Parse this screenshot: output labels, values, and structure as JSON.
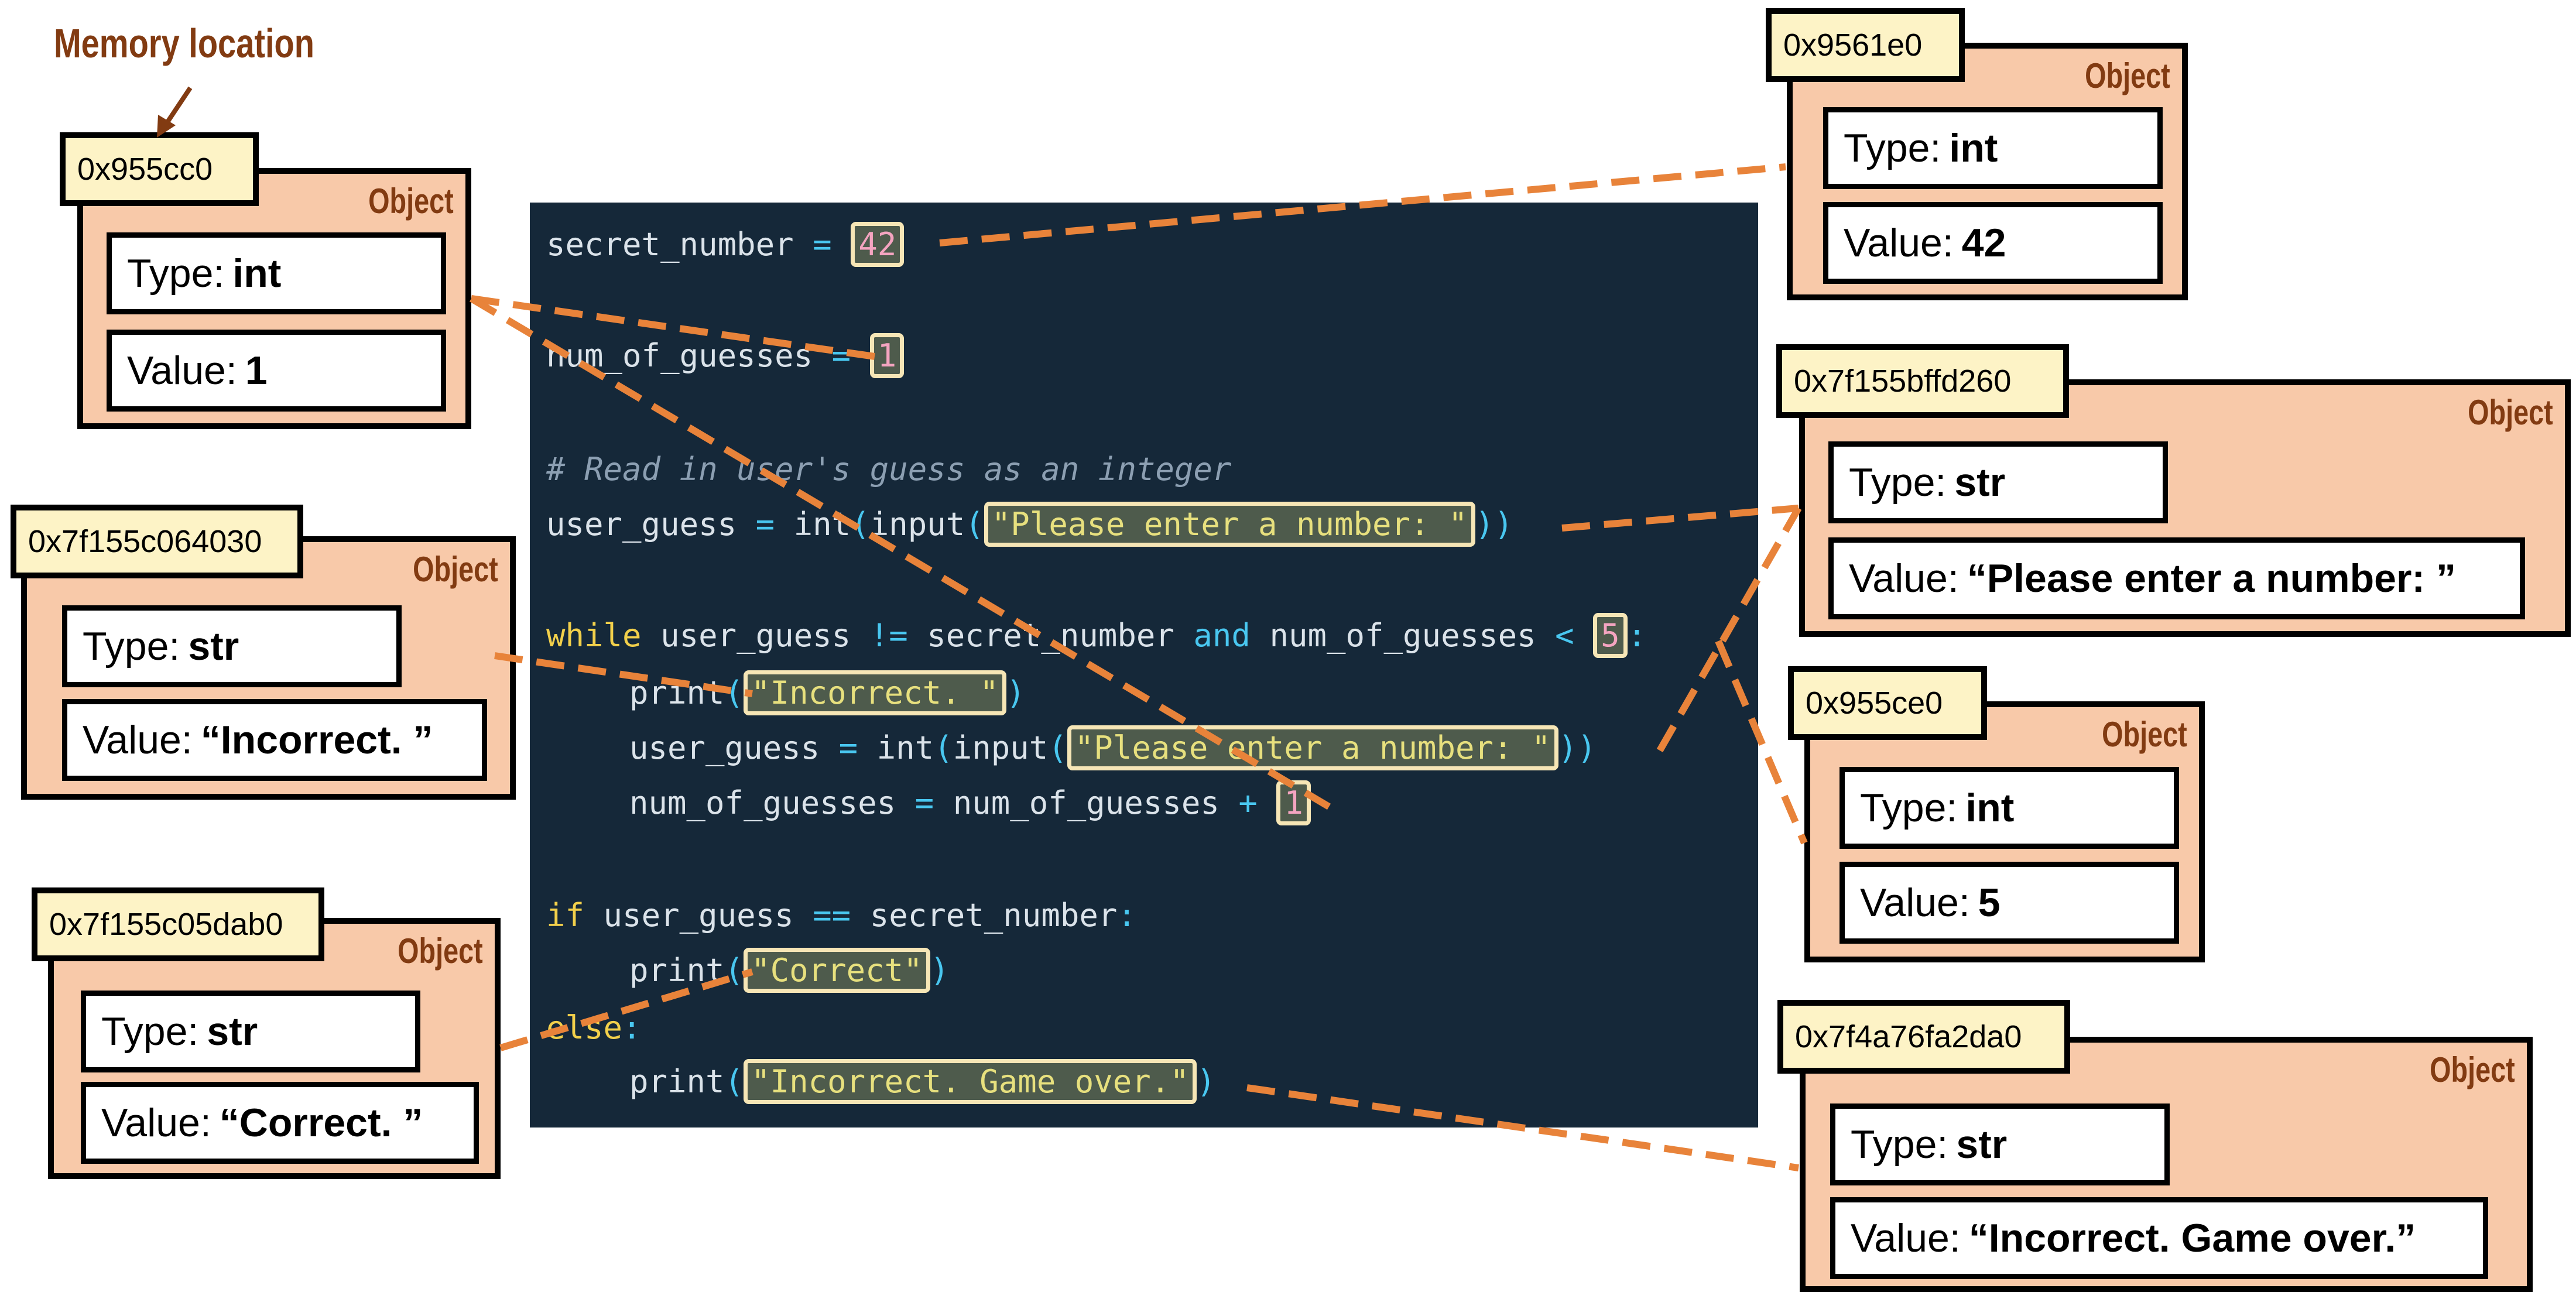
{
  "memory_label": "Memory location",
  "code": {
    "line1": {
      "var": "secret_number",
      "op": "=",
      "lit": "42"
    },
    "line2": {
      "var": "num_of_guesses",
      "op": "=",
      "lit": "1"
    },
    "line3": {
      "comment": "# Read in user's guess as an integer"
    },
    "line4": {
      "var": "user_guess",
      "op": "=",
      "fn1": "int",
      "fn2": "input",
      "lit": "\"Please enter a number: \""
    },
    "line5": {
      "kw": "while",
      "var1": "user_guess",
      "op1": "!=",
      "var2": "secret_number",
      "kw2": "and",
      "var3": "num_of_guesses",
      "op2": "<",
      "lit": "5"
    },
    "line6": {
      "fn": "print",
      "lit": "\"Incorrect. \""
    },
    "line7": {
      "var": "user_guess",
      "op": "=",
      "fn1": "int",
      "fn2": "input",
      "lit": "\"Please enter a number: \""
    },
    "line8": {
      "var1": "num_of_guesses",
      "op": "=",
      "var2": "num_of_guesses",
      "op2": "+",
      "lit": "1"
    },
    "line9": {
      "kw": "if",
      "var1": "user_guess",
      "op": "==",
      "var2": "secret_number",
      "colon": ":"
    },
    "line10": {
      "fn": "print",
      "lit": "\"Correct\""
    },
    "line11": {
      "kw": "else",
      "colon": ":"
    },
    "line12": {
      "fn": "print",
      "lit": "\"Incorrect. Game over.\""
    }
  },
  "objects": [
    {
      "address": "0x955cc0",
      "title": "Object",
      "type_label": "Type:",
      "type": "int",
      "value_label": "Value:",
      "value": "1"
    },
    {
      "address": "0x7f155c064030",
      "title": "Object",
      "type_label": "Type:",
      "type": "str",
      "value_label": "Value:",
      "value": "“Incorrect. ”"
    },
    {
      "address": "0x7f155c05dab0",
      "title": "Object",
      "type_label": "Type:",
      "type": "str",
      "value_label": "Value:",
      "value": "“Correct. ”"
    },
    {
      "address": "0x9561e0",
      "title": "Object",
      "type_label": "Type:",
      "type": "int",
      "value_label": "Value:",
      "value": "42"
    },
    {
      "address": "0x7f155bffd260",
      "title": "Object",
      "type_label": "Type:",
      "type": "str",
      "value_label": "Value:",
      "value": "“Please enter a number: ”"
    },
    {
      "address": "0x955ce0",
      "title": "Object",
      "type_label": "Type:",
      "type": "int",
      "value_label": "Value:",
      "value": "5"
    },
    {
      "address": "0x7f4a76fa2da0",
      "title": "Object",
      "type_label": "Type:",
      "type": "str",
      "value_label": "Value:",
      "value": "“Incorrect. Game over.”"
    }
  ],
  "colors": {
    "connector": "#e8833a",
    "object_fill": "#f8c9a9",
    "address_fill": "#fdf3c6",
    "title": "#823b12",
    "code_bg": "#152839"
  }
}
